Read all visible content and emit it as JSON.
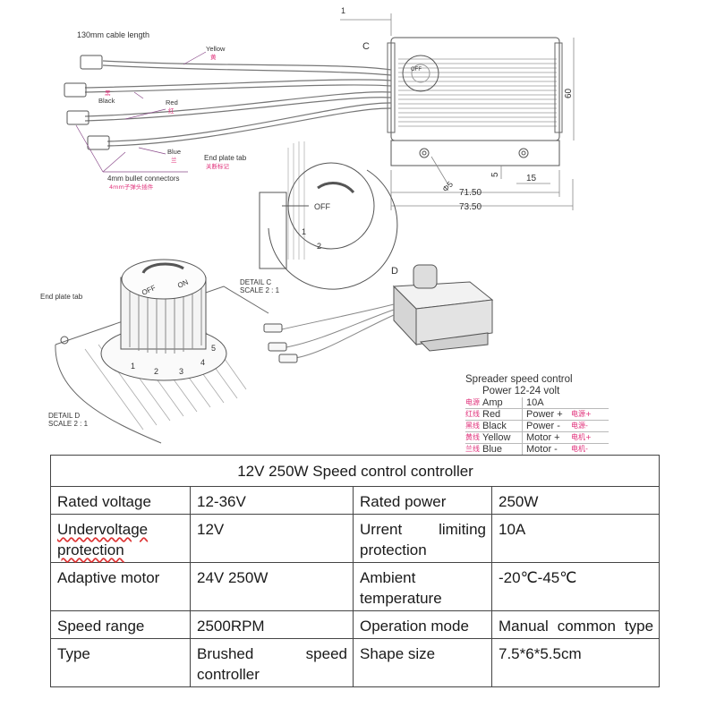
{
  "drawing": {
    "cable_length": "130mm cable length",
    "wire_yellow_en": "Yellow",
    "wire_yellow_cn": "黄",
    "wire_black_cn": "黑",
    "wire_black_en": "Black",
    "wire_red_en": "Red",
    "wire_red_cn": "红",
    "wire_blue_en": "Blue",
    "wire_blue_cn": "兰",
    "bullet_en": "4mm bullet connectors",
    "bullet_cn": "4mm子弹头插件",
    "end_plate_tab_c": "End plate tab",
    "end_plate_tab_c_cn": "关断标记",
    "label_c": "C",
    "label_d": "D",
    "dim_1": "1",
    "dim_60": "60",
    "dim_5": "5",
    "dim_15": "15",
    "dim_phi5": "Φ5",
    "dim_7150": "71.50",
    "dim_7350": "73.50",
    "off_label": "OFF",
    "on_label": "ON",
    "detail_c": "DETAIL C",
    "scale_c": "SCALE 2 : 1",
    "end_plate_tab_d": "End plate tab",
    "detail_d": "DETAIL D",
    "scale_d": "SCALE 2 : 1",
    "dial_numbers": [
      "1",
      "2",
      "3",
      "4",
      "5"
    ]
  },
  "legend": {
    "title": "Spreader speed control",
    "power": "Power  12-24 volt",
    "rows": [
      {
        "cn": "电源",
        "en": "Amp",
        "val": "10A",
        "sub": ""
      },
      {
        "cn": "红线",
        "en": "Red",
        "val": "Power +",
        "sub": "电源+"
      },
      {
        "cn": "黑线",
        "en": "Black",
        "val": "Power -",
        "sub": "电源-"
      },
      {
        "cn": "黄线",
        "en": "Yellow",
        "val": "Motor +",
        "sub": "电机+"
      },
      {
        "cn": "兰线",
        "en": "Blue",
        "val": "Motor -",
        "sub": "电机-"
      }
    ]
  },
  "table": {
    "title": "12V 250W Speed control controller",
    "rows": [
      [
        "Rated voltage",
        "12-36V",
        "Rated power",
        "250W"
      ],
      [
        "Undervoltage protection",
        "12V",
        "Urrent limiting protection",
        "10A"
      ],
      [
        "Adaptive motor",
        "24V 250W",
        "Ambient temperature",
        "-20℃-45℃"
      ],
      [
        "Speed range",
        "2500RPM",
        "Operation mode",
        "Manual common type"
      ],
      [
        "Type",
        "Brushed speed controller",
        "Shape size",
        "7.5*6*5.5cm"
      ]
    ]
  }
}
